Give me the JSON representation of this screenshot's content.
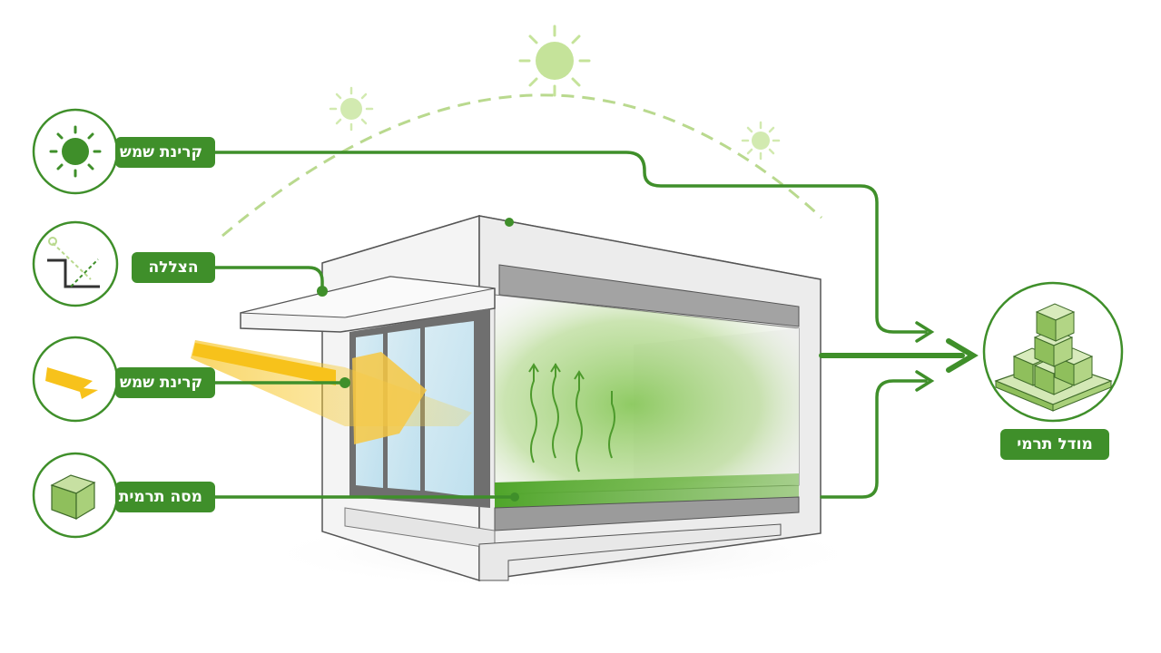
{
  "colors": {
    "accent": "#3f8f2a",
    "accent_dark": "#2f7a1e",
    "light_green": "#b9d98e",
    "sun_yellow": "#f7c21b",
    "wall_gray": "#e6e6e6"
  },
  "inputs": [
    {
      "label": "קרינת שמש",
      "icon": "sun-icon"
    },
    {
      "label": "הצללה",
      "icon": "overhang-shading-icon"
    },
    {
      "label": "קרינת שמש",
      "icon": "solar-ray-arrow-icon"
    },
    {
      "label": "מסה תרמית",
      "icon": "thermal-mass-cube-icon"
    }
  ],
  "output": {
    "label": "מודל תרמי",
    "icon": "stacked-cubes-icon"
  }
}
